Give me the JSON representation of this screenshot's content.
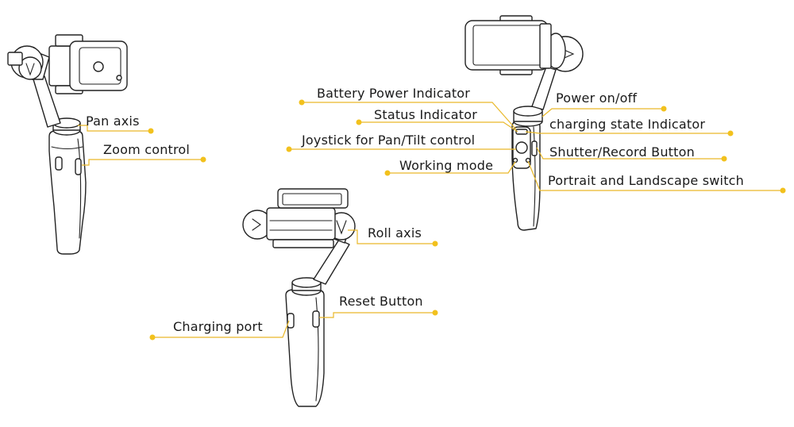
{
  "colors": {
    "leader": "#e9b829",
    "dot": "#f2c11d",
    "outline": "#222222",
    "text": "#1a1a1a"
  },
  "labels": {
    "pan_axis": "Pan axis",
    "zoom_control": "Zoom control",
    "roll_axis": "Roll axis",
    "reset_button": "Reset Button",
    "charging_port": "Charging port",
    "battery_power_indicator": "Battery Power Indicator",
    "status_indicator": "Status Indicator",
    "joystick": "Joystick for Pan/Tilt control",
    "working_mode": "Working mode",
    "power_on_off": "Power on/off",
    "charging_state_indicator": "charging state Indicator",
    "shutter_record_button": "Shutter/Record Button",
    "portrait_landscape_switch": "Portrait and Landscape switch"
  }
}
